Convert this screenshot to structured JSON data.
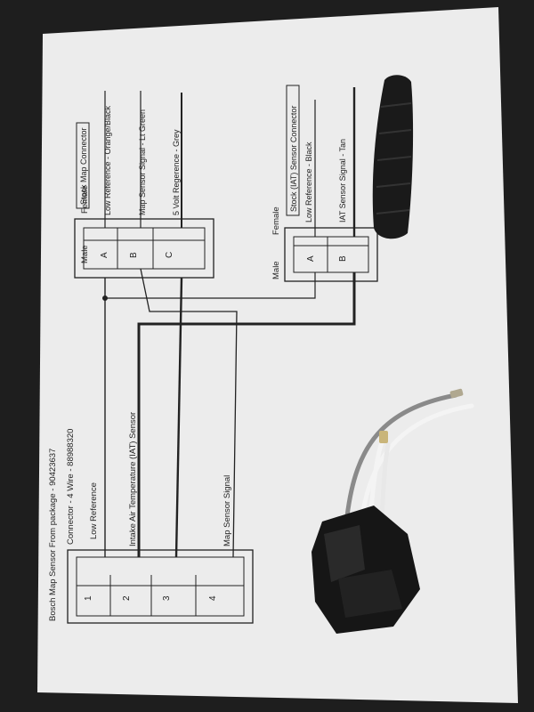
{
  "paper": {
    "title": "Bosch Map Sensor From package - 90423637",
    "subtitle": "Connector - 4 Wire - 88988320"
  },
  "bosch_connector": {
    "pins": [
      "1",
      "2",
      "3",
      "4"
    ],
    "wires": [
      "Low Reference",
      "Intake Air Temperature (IAT) Sensor",
      "",
      "Map Sensor Signal"
    ]
  },
  "map_connector": {
    "title": "Stock Map Connector",
    "male_label": "Male",
    "female_label": "Female",
    "pins": [
      "A",
      "B",
      "C"
    ],
    "wires": [
      "Low Reference - Orange/Black",
      "Map Sensor Signal - Lt Green",
      "5 Volt Regerence - Grey"
    ]
  },
  "iat_connector": {
    "title": "Stock (IAT) Sensor Connector",
    "male_label": "Male",
    "female_label": "Female",
    "pins": [
      "A",
      "B"
    ],
    "wires": [
      "Low Reference - Black",
      "IAT Sensor Signal - Tan"
    ]
  },
  "colors": {
    "background": "#1e1e1e",
    "paper": "#ececec",
    "ink": "#222222",
    "loom": "#1a1a1a",
    "connector": "#161616",
    "wire_white": "#f2f2f2",
    "wire_grey": "#8a8a8a"
  }
}
